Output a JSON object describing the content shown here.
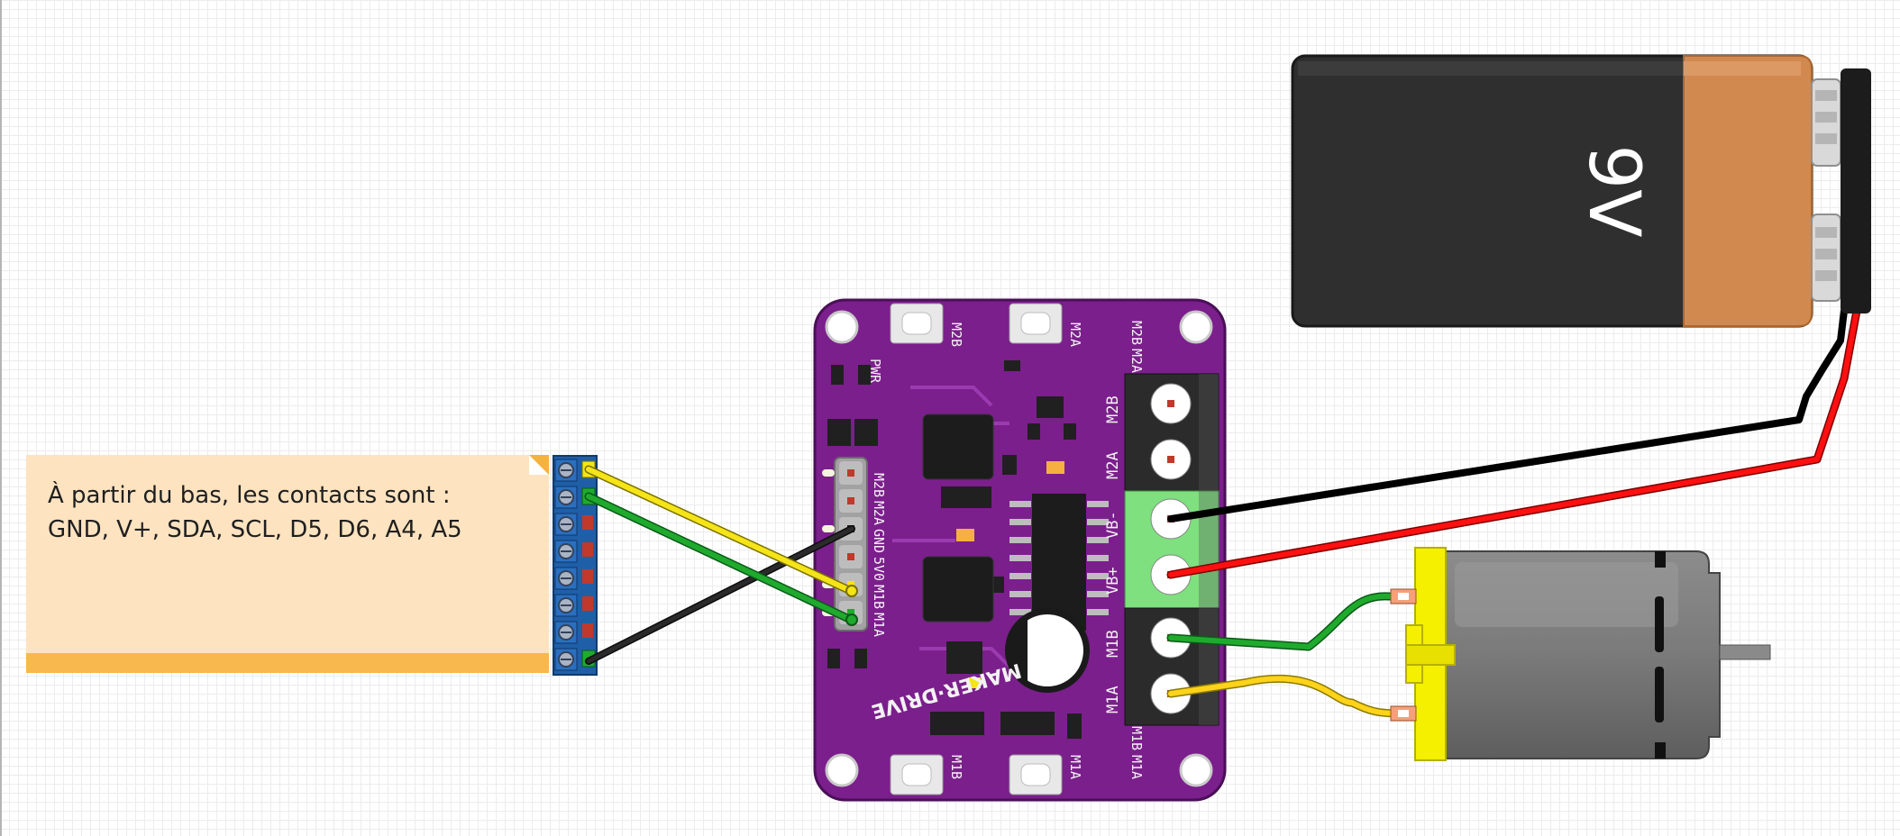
{
  "note": {
    "line1": "À partir du bas, les contacts sont :",
    "line2": "GND, V+, SDA, SCL, D5, D6, A4, A5"
  },
  "battery": {
    "label": "9V"
  },
  "board": {
    "name": "MAKER·DRIVE",
    "pwr_label": "PWR",
    "header_pins": [
      "M2B",
      "M2A",
      "GND",
      "5V0",
      "M1B",
      "M1A"
    ],
    "top_labels": [
      "M2B",
      "M2A",
      "M2B",
      "M2A"
    ],
    "bottom_labels": [
      "M1B",
      "M1A",
      "M1A",
      "M1B"
    ],
    "terminal_labels": [
      "M2B",
      "M2A",
      "VB-",
      "VB+",
      "M1B",
      "M1A"
    ]
  },
  "colors": {
    "board": "#7b1f8c",
    "wire_black": "#1a1a1a",
    "wire_red": "#ff1010",
    "wire_green": "#1faa2e",
    "wire_yellow": "#f5e418",
    "terminal_green": "#7ee07e",
    "note_bg": "#fde3c0",
    "note_band": "#f8b84e",
    "connector_blue": "#1f5fa8"
  },
  "components": [
    "note",
    "pin-connector",
    "maker-drive-board",
    "battery-9v",
    "dc-motor"
  ]
}
